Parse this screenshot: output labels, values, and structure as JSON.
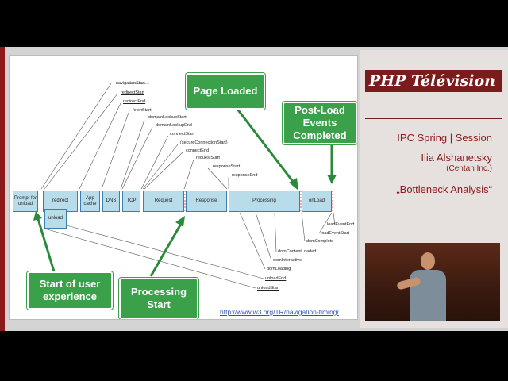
{
  "brand": {
    "title": "PHP Télévision",
    "color": "#7a1c1c"
  },
  "talk": {
    "event": "IPC Spring | Session",
    "speaker": "Ilia Alshanetsky",
    "affiliation": "(Centah Inc.)",
    "title": "„Bottleneck Analysis“"
  },
  "diagram": {
    "phases": {
      "prompt": "Prompt for unload",
      "redirect": "redirect",
      "unload": "unload",
      "appcache": "App cache",
      "dns": "DNS",
      "tcp": "TCP",
      "request": "Request",
      "response": "Response",
      "processing": "Processing",
      "onload": "onLoad"
    },
    "top_labels": {
      "navigationStart": "navigationStart",
      "redirectStart": "redirectStart",
      "redirectEnd": "redirectEnd",
      "fetchStart": "fetchStart",
      "domainLookupStart": "domainLookupStart",
      "domainLookupEnd": "domainLookupEnd",
      "connectStart": "connectStart",
      "secureConnectionStart": "(secureConnectionStart)",
      "connectEnd": "connectEnd",
      "requestStart": "requestStart",
      "responseStart": "responseStart",
      "responseEnd": "responseEnd"
    },
    "bottom_labels": {
      "loadEventEnd": "loadEventEnd",
      "loadEventStart": "loadEventStart",
      "domComplete": "domComplete",
      "domContentLoaded": "domContentLoaded",
      "domInteractive": "domInteractive",
      "domLoading": "domLoading",
      "unloadEnd": "unloadEnd",
      "unloadStart": "unloadStart"
    },
    "callouts": {
      "page_loaded": "Page Loaded",
      "post_load": "Post-Load Events Completed",
      "start_ux": "Start of user experience",
      "processing_start": "Processing Start"
    },
    "callout_color": "#3aa14a",
    "bar_color": "#b9dcea",
    "url": "http://www.w3.org/TR/navigation-timing/"
  }
}
